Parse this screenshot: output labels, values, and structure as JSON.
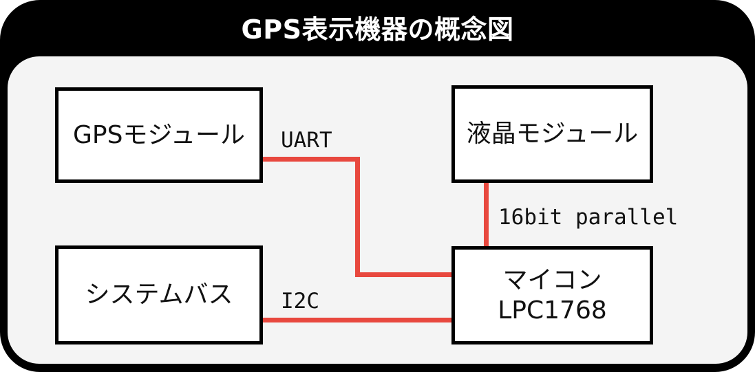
{
  "title": "GPS表示機器の概念図",
  "colors": {
    "frame": "#000000",
    "panel": "#f4f4f4",
    "box_fill": "#ffffff",
    "wire": "#e8483e"
  },
  "nodes": {
    "gps": {
      "label": "GPSモジュール"
    },
    "lcd": {
      "label": "液晶モジュール"
    },
    "bus": {
      "label": "システムバス"
    },
    "mcu": {
      "line1": "マイコン",
      "line2": "LPC1768"
    }
  },
  "edges": {
    "uart": {
      "label": "UART"
    },
    "i2c": {
      "label": "I2C"
    },
    "parallel": {
      "label": "16bit parallel"
    }
  }
}
